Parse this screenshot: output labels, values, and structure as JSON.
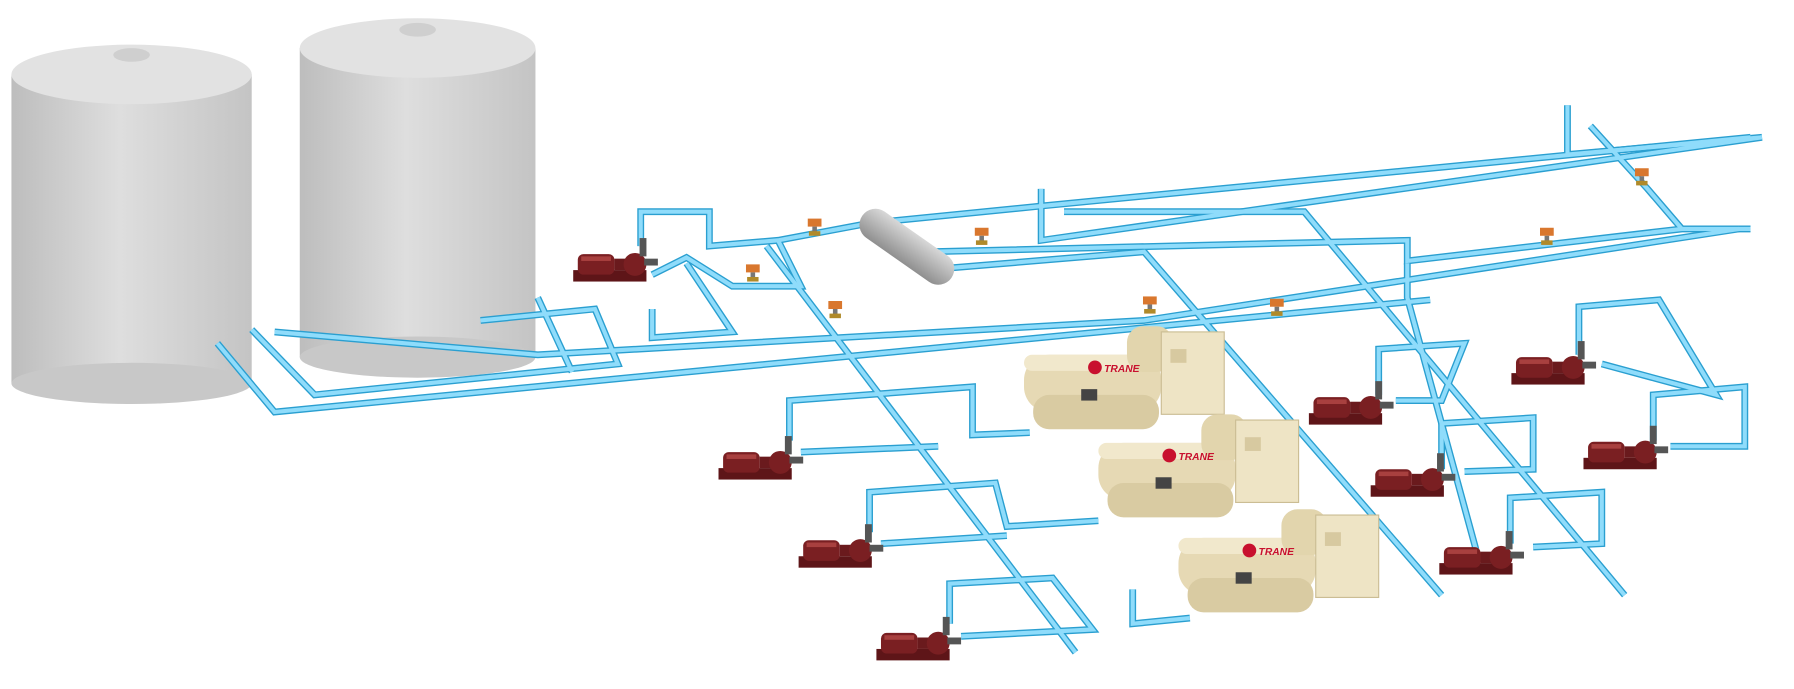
{
  "scene": {
    "title": "Chiller plant piping schematic",
    "chiller_brand_logo": "TRANE",
    "colors": {
      "pipe": "#8fdcfb",
      "pipe_edge": "#2a9fd0",
      "tank": "#d2d2d2",
      "pump": "#7a1f22",
      "chiller": "#e8dcb8",
      "valve_actuator": "#d9772e"
    },
    "counts": {
      "storage_tanks": 2,
      "chillers": 3,
      "pumps": 9,
      "air_separator": 1
    }
  }
}
